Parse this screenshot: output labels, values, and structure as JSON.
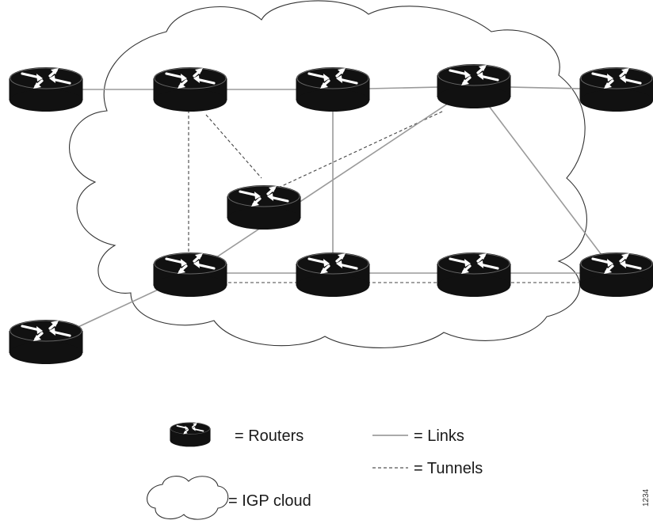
{
  "diagram": {
    "routers": [
      {
        "id": "r-top-left"
      },
      {
        "id": "r-top-2"
      },
      {
        "id": "r-top-3"
      },
      {
        "id": "r-top-4"
      },
      {
        "id": "r-top-right"
      },
      {
        "id": "r-center"
      },
      {
        "id": "r-mid-left"
      },
      {
        "id": "r-mid-2"
      },
      {
        "id": "r-mid-3"
      },
      {
        "id": "r-mid-right"
      },
      {
        "id": "r-bottom-left"
      }
    ],
    "links": [
      {
        "from": "r-top-left",
        "to": "r-top-2"
      },
      {
        "from": "r-top-2",
        "to": "r-top-3"
      },
      {
        "from": "r-top-3",
        "to": "r-top-4"
      },
      {
        "from": "r-top-4",
        "to": "r-top-right"
      },
      {
        "from": "r-top-3",
        "to": "r-mid-2"
      },
      {
        "from": "r-top-4",
        "to": "r-mid-right"
      },
      {
        "from": "r-top-4",
        "to": "r-mid-left"
      },
      {
        "from": "r-mid-left",
        "to": "r-mid-2"
      },
      {
        "from": "r-mid-2",
        "to": "r-mid-3"
      },
      {
        "from": "r-mid-3",
        "to": "r-mid-right"
      },
      {
        "from": "r-mid-left",
        "to": "r-bottom-left"
      }
    ],
    "tunnels": [
      {
        "from": "r-top-2",
        "to": "r-mid-left"
      },
      {
        "from": "r-top-2",
        "to": "r-center"
      },
      {
        "from": "r-center",
        "to": "r-top-4"
      },
      {
        "from": "r-mid-left",
        "to": "r-mid-right"
      }
    ]
  },
  "legend": {
    "routers_label": "= Routers",
    "links_label": "= Links",
    "tunnels_label": "= Tunnels",
    "cloud_label": "= IGP cloud"
  },
  "figure_id": "1234"
}
